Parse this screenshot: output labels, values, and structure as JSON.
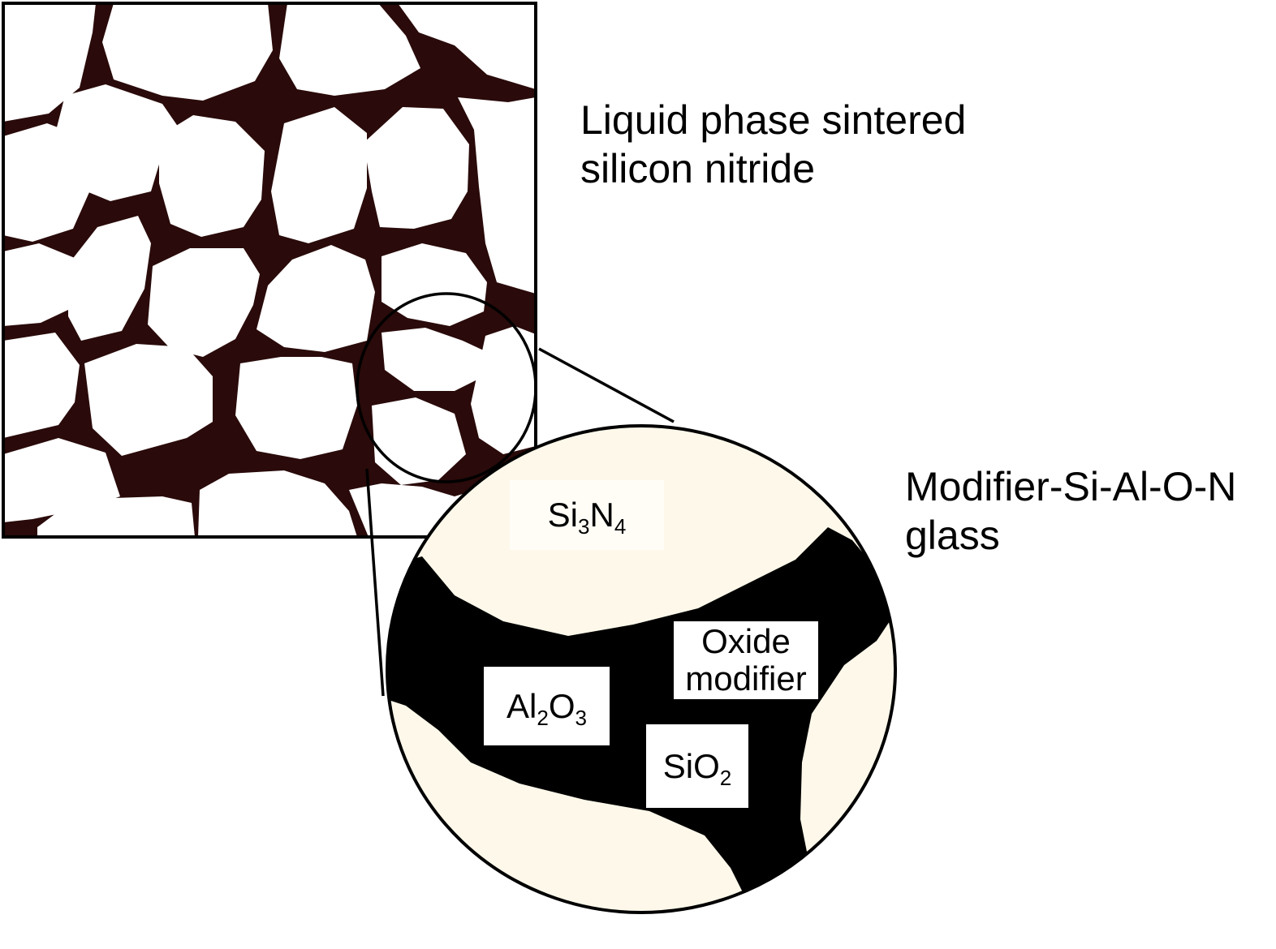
{
  "captions": {
    "top_line1": "Liquid phase sintered",
    "top_line2": "silicon nitride",
    "bottom_line1": "Modifier-Si-Al-O-N",
    "bottom_line2": "glass"
  },
  "labels": {
    "si3n4": {
      "base": "Si",
      "sub1": "3",
      "mid": "N",
      "sub2": "4"
    },
    "oxide_line1": "Oxide",
    "oxide_line2": "modifier",
    "al2o3": {
      "base": "Al",
      "sub1": "2",
      "mid": "O",
      "sub2": "3"
    },
    "sio2": {
      "base": "SiO",
      "sub1": "2"
    }
  },
  "colors": {
    "grain_boundary": "#2a0a0a",
    "glass_phase": "#000000",
    "grain_fill_zoom": "#fdf8ea",
    "outline": "#000000"
  }
}
